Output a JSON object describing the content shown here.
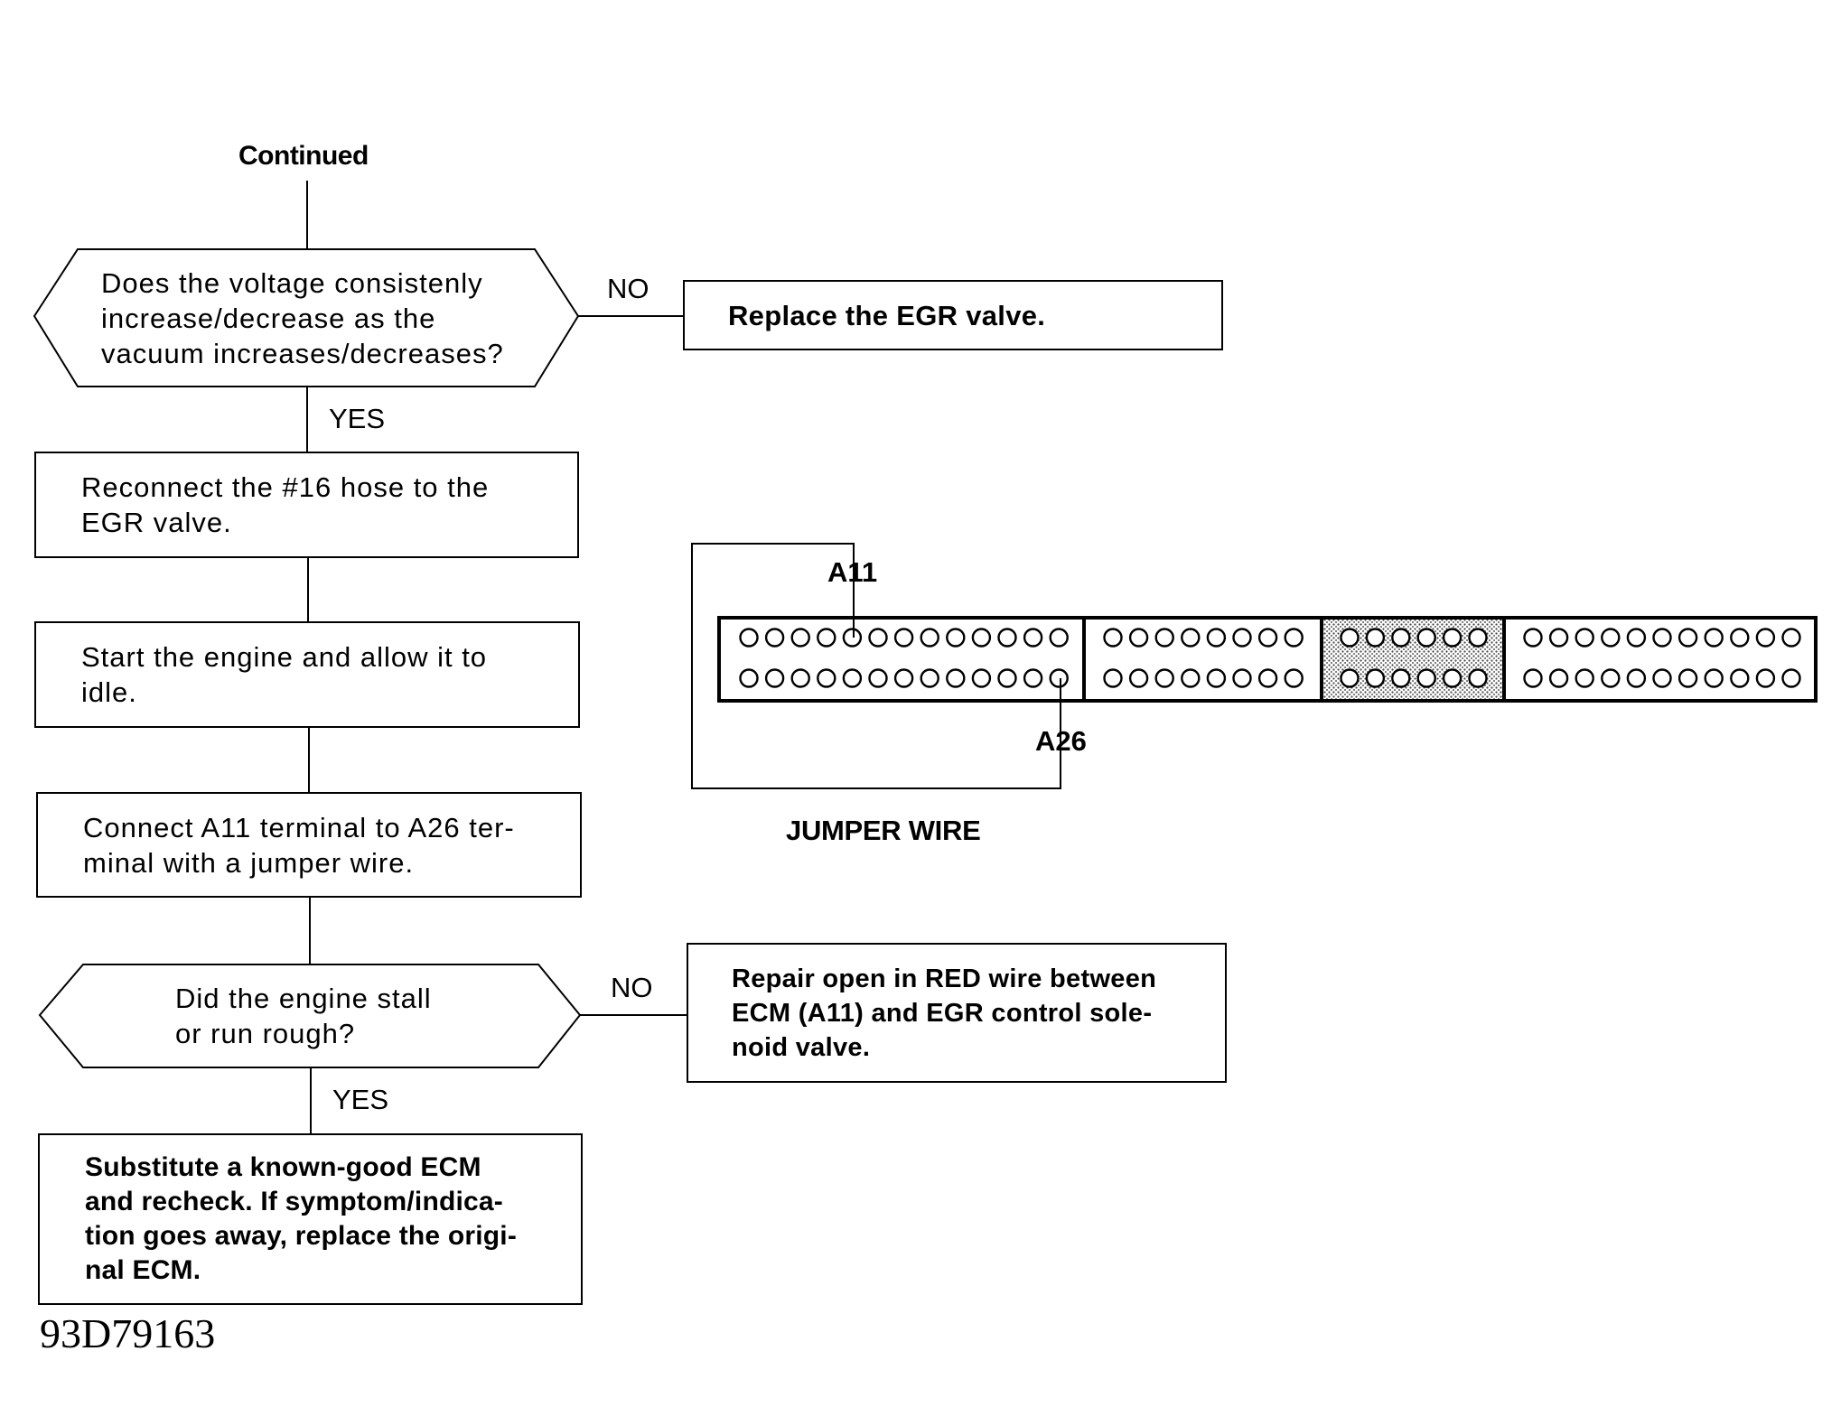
{
  "continued_label": "Continued",
  "q1": {
    "lines": [
      "Does the voltage consistenly",
      "increase/decrease as the",
      "vacuum increases/decreases?"
    ],
    "no_label": "NO",
    "yes_label": "YES",
    "no_action": "Replace the EGR valve."
  },
  "step1": {
    "lines": [
      "Reconnect the  #16 hose to the",
      "EGR valve."
    ]
  },
  "step2": {
    "lines": [
      "Start the engine and allow it to",
      "idle."
    ]
  },
  "step3": {
    "lines": [
      "Connect A11 terminal to A26 ter-",
      "minal with a jumper wire."
    ]
  },
  "q2": {
    "lines": [
      "Did the engine stall",
      "or run rough?"
    ],
    "no_label": "NO",
    "yes_label": "YES",
    "no_action": [
      "Repair open in RED wire between",
      "ECM (A11) and EGR control sole-",
      "noid valve."
    ]
  },
  "final": {
    "lines": [
      "Substitute  a  known-good  ECM",
      "and recheck. If symptom/indica-",
      "tion goes away, replace the origi-",
      "nal ECM."
    ]
  },
  "connector": {
    "pin_a11_label": "A11",
    "pin_a26_label": "A26",
    "jumper_label": "JUMPER WIRE"
  },
  "figure_id": "93D79163"
}
